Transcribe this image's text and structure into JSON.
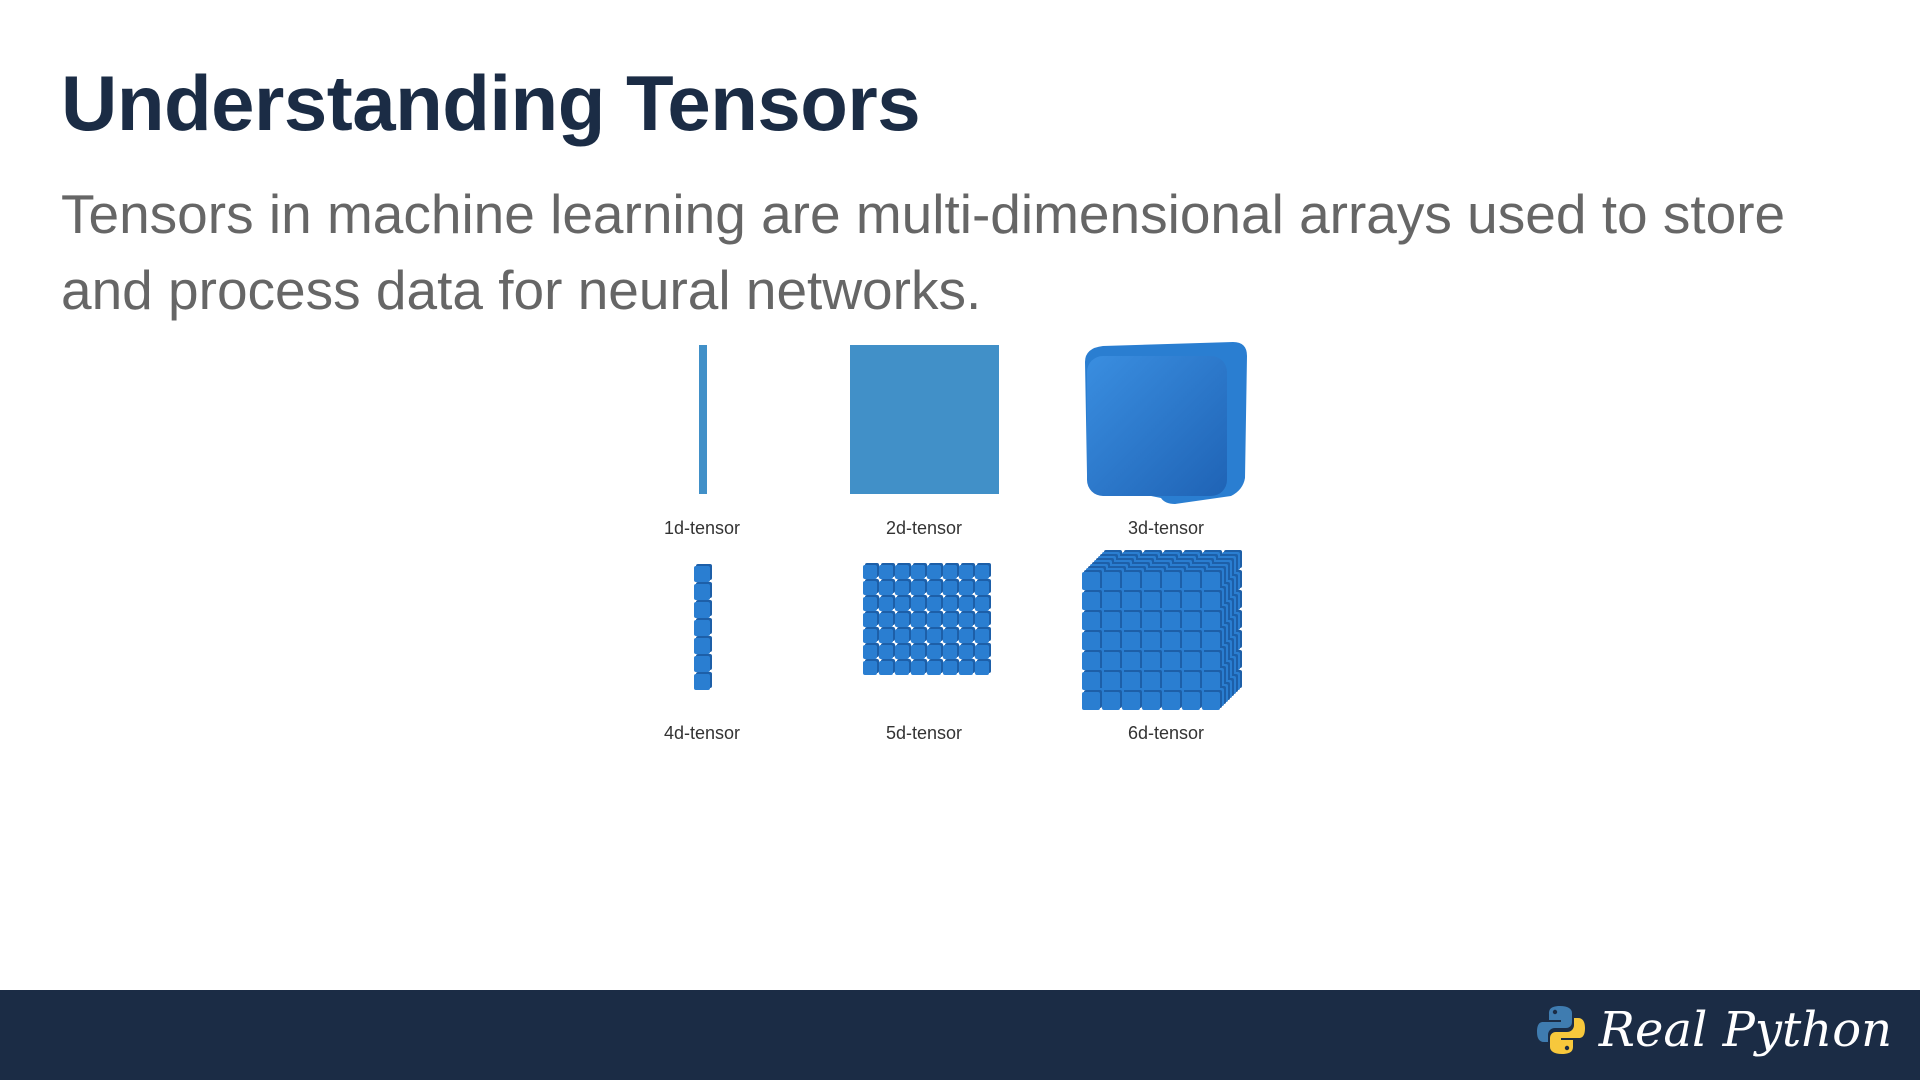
{
  "slide": {
    "title": "Understanding Tensors",
    "subtitle": "Tensors in machine learning are multi-dimensional arrays used to store and process data for neural networks."
  },
  "figures": [
    {
      "label": "1d-tensor"
    },
    {
      "label": "2d-tensor"
    },
    {
      "label": "3d-tensor"
    },
    {
      "label": "4d-tensor"
    },
    {
      "label": "5d-tensor"
    },
    {
      "label": "6d-tensor"
    }
  ],
  "footer": {
    "brand": "Real Python"
  },
  "colors": {
    "navy": "#1b2c45",
    "tensor_blue": "#4190c8",
    "cube_blue": "#2a7ed1",
    "python_blue": "#3f7cb0",
    "python_yellow": "#f7c83c"
  }
}
